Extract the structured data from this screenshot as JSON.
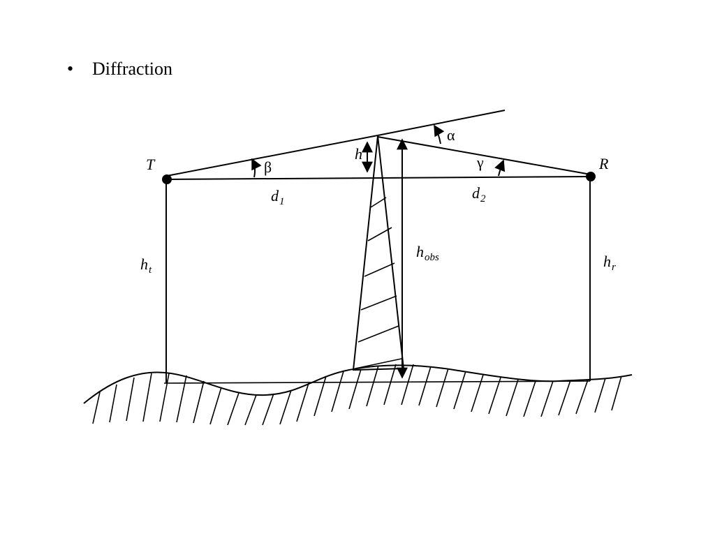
{
  "slide": {
    "bullet_symbol": "•",
    "bullet_text": "Diffraction"
  },
  "diagram": {
    "labels": {
      "transmitter": "T",
      "receiver": "R",
      "alpha": "α",
      "beta": "β",
      "gamma": "γ",
      "h": "h",
      "d1_base": "d",
      "d1_sub": "1",
      "d2_base": "d",
      "d2_sub": "2",
      "hobs_base": "h",
      "hobs_sub": "obs",
      "ht_base": "h",
      "ht_sub": "t",
      "hr_base": "h",
      "hr_sub": "r"
    }
  }
}
